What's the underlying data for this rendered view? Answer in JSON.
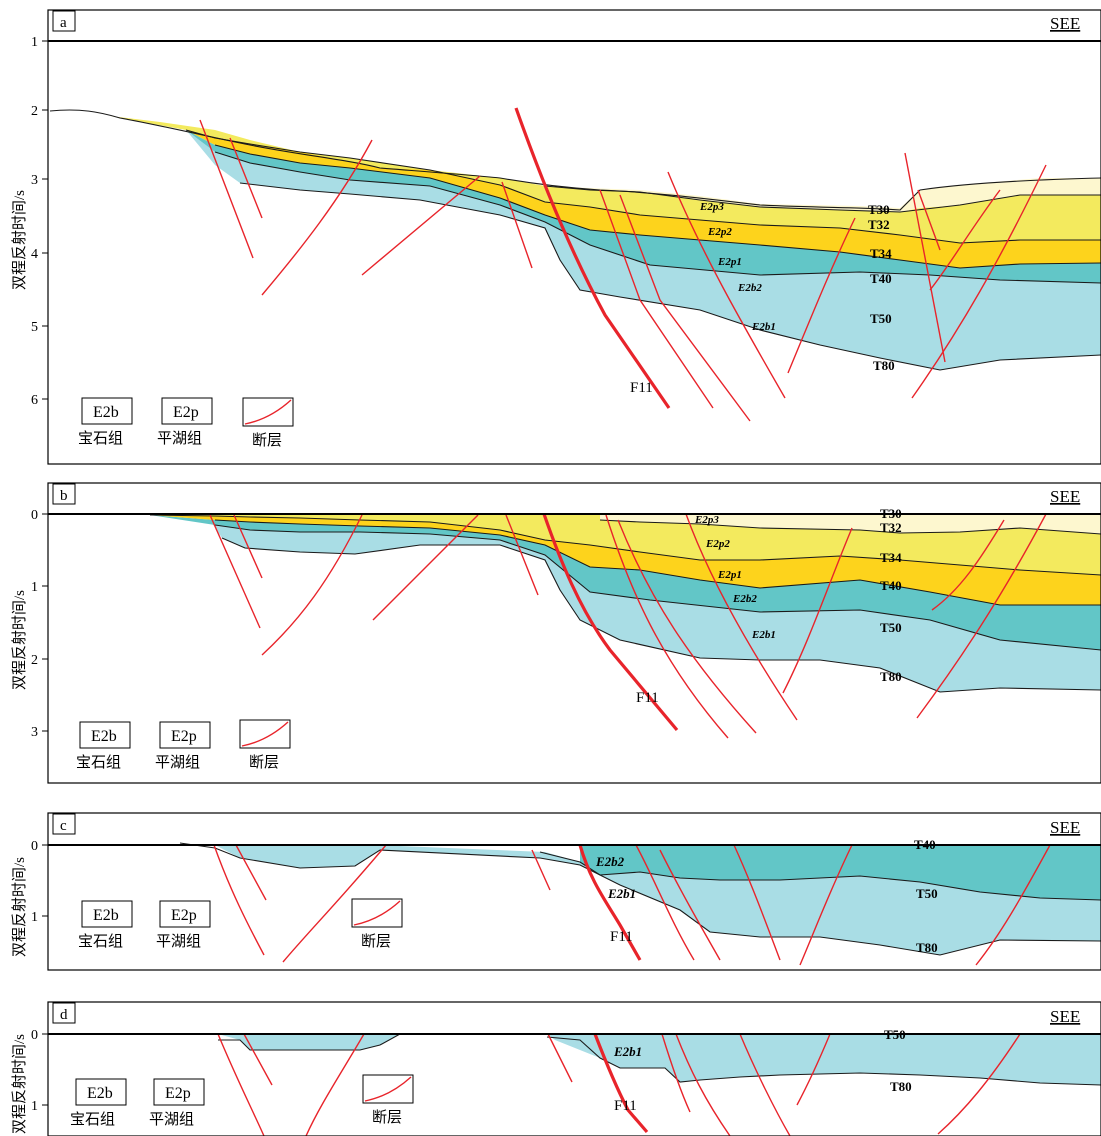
{
  "direction_label": "SEE",
  "y_axis_label": "双程反射时间/s",
  "fault_label": "F11",
  "legend": {
    "formation_b_code": "E2b",
    "formation_b_name": "宝石组",
    "formation_p_code": "E2p",
    "formation_p_name": "平湖组",
    "fault_name": "断层"
  },
  "colors": {
    "p3": "#fdf7cf",
    "p2": "#f3ea5e",
    "p1": "#fdd31c",
    "b2": "#62c6c7",
    "b1": "#a9dde5",
    "fault": "#e8242b"
  },
  "panels": [
    {
      "id": "a",
      "ticks": [
        "1",
        "2",
        "3",
        "4",
        "5",
        "6"
      ],
      "horizons": [
        "T30",
        "T32",
        "T34",
        "T40",
        "T50",
        "T80"
      ],
      "units": [
        "E2p3",
        "E2p2",
        "E2p1",
        "E2b2",
        "E2b1"
      ]
    },
    {
      "id": "b",
      "ticks": [
        "0",
        "1",
        "2",
        "3"
      ],
      "horizons": [
        "T30",
        "T32",
        "T34",
        "T40",
        "T50",
        "T80"
      ],
      "units": [
        "E2p3",
        "E2p2",
        "E2p1",
        "E2b2",
        "E2b1"
      ]
    },
    {
      "id": "c",
      "ticks": [
        "0",
        "1"
      ],
      "horizons": [
        "T40",
        "T50",
        "T80"
      ],
      "units": [
        "E2b2",
        "E2b1"
      ]
    },
    {
      "id": "d",
      "ticks": [
        "0",
        "1"
      ],
      "horizons": [
        "T50",
        "T80"
      ],
      "units": [
        "E2b1"
      ]
    }
  ]
}
